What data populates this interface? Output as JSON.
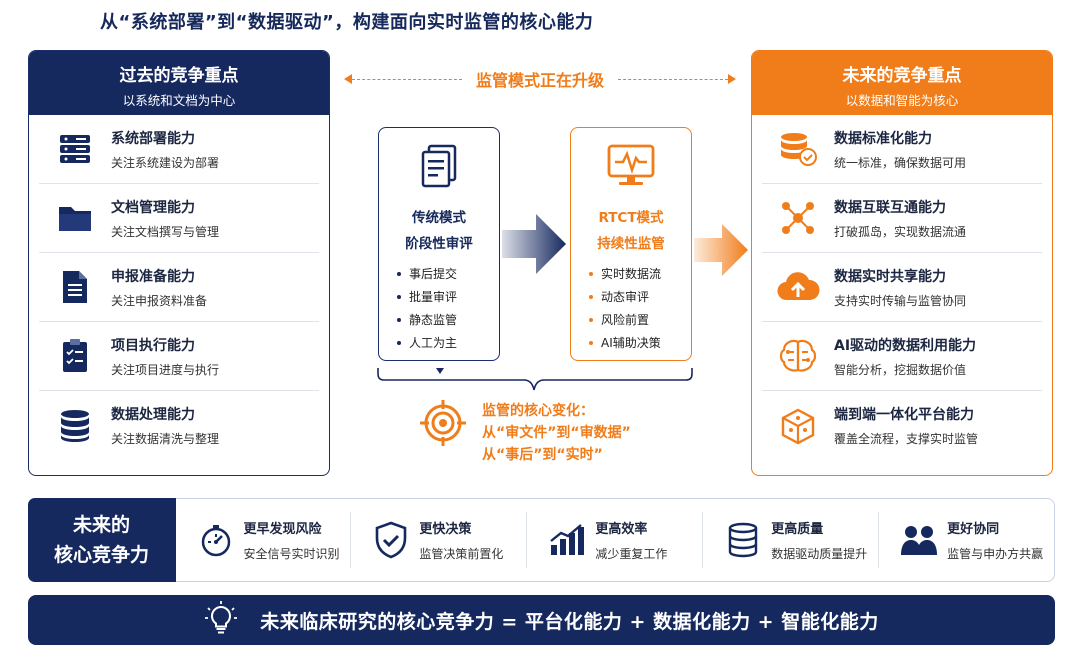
{
  "headline": "从“系统部署”到“数据驱动”，构建面向实时监管的核心能力",
  "past": {
    "title": "过去的竞争重点",
    "subtitle": "以系统和文档为中心",
    "items": [
      {
        "title": "系统部署能力",
        "desc": "关注系统建设为部署",
        "icon": "server-icon"
      },
      {
        "title": "文档管理能力",
        "desc": "关注文档撰写与管理",
        "icon": "folder-icon"
      },
      {
        "title": "申报准备能力",
        "desc": "关注申报资料准备",
        "icon": "document-icon"
      },
      {
        "title": "项目执行能力",
        "desc": "关注项目进度与执行",
        "icon": "checklist-icon"
      },
      {
        "title": "数据处理能力",
        "desc": "关注数据清洗与整理",
        "icon": "database-icon"
      }
    ]
  },
  "future": {
    "title": "未来的竞争重点",
    "subtitle": "以数据和智能为核心",
    "items": [
      {
        "title": "数据标准化能力",
        "desc": "统一标准，确保数据可用",
        "icon": "database-check-icon"
      },
      {
        "title": "数据互联互通能力",
        "desc": "打破孤岛，实现数据流通",
        "icon": "network-icon"
      },
      {
        "title": "数据实时共享能力",
        "desc": "支持实时传输与监管协同",
        "icon": "cloud-upload-icon"
      },
      {
        "title": "AI驱动的数据利用能力",
        "desc": "智能分析，挖掘数据价值",
        "icon": "brain-icon"
      },
      {
        "title": "端到端一体化平台能力",
        "desc": "覆盖全流程，支撑实时监管",
        "icon": "cube-icon"
      }
    ]
  },
  "upgrade_label": "监管模式正在升级",
  "traditional": {
    "line1": "传统模式",
    "line2": "阶段性审评",
    "bullets": [
      "事后提交",
      "批量审评",
      "静态监管",
      "人工为主"
    ]
  },
  "rtct": {
    "line1": "RTCT模式",
    "line2": "持续性监管",
    "bullets": [
      "实时数据流",
      "动态审评",
      "风险前置",
      "AI辅助决策"
    ]
  },
  "core_change": {
    "title": "监管的核心变化：",
    "line1": "从“审文件”到“审数据”",
    "line2": "从“事后”到“实时”"
  },
  "competitiveness": {
    "title_line1": "未来的",
    "title_line2": "核心竞争力",
    "items": [
      {
        "title": "更早发现风险",
        "desc": "安全信号实时识别",
        "icon": "stopwatch-icon"
      },
      {
        "title": "更快决策",
        "desc": "监管决策前置化",
        "icon": "shield-check-icon"
      },
      {
        "title": "更高效率",
        "desc": "减少重复工作",
        "icon": "bar-growth-icon"
      },
      {
        "title": "更高质量",
        "desc": "数据驱动质量提升",
        "icon": "database-icon"
      },
      {
        "title": "更好协同",
        "desc": "监管与申办方共赢",
        "icon": "team-icon"
      }
    ]
  },
  "formula": "未来临床研究的核心竞争力 = 平台化能力 + 数据化能力 + 智能化能力",
  "colors": {
    "navy": "#16295f",
    "orange": "#f07d1a"
  }
}
